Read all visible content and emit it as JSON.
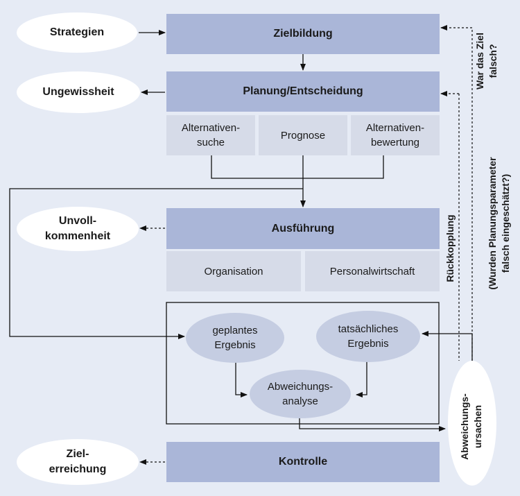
{
  "ovals": {
    "strategien": "Strategien",
    "ungewissheit": "Ungewissheit",
    "unvollkommenheit": [
      "Unvoll-",
      "kommenheit"
    ],
    "zielerreichung": [
      "Ziel-",
      "erreichung"
    ]
  },
  "boxes": {
    "zielbildung": "Zielbildung",
    "planung": "Planung/Entscheidung",
    "alternativensuche": [
      "Alternativen-",
      "suche"
    ],
    "prognose": "Prognose",
    "alternativenbewertung": [
      "Alternativen-",
      "bewertung"
    ],
    "ausfuehrung": "Ausführung",
    "organisation": "Organisation",
    "personalwirtschaft": "Personalwirtschaft",
    "kontrolle": "Kontrolle"
  },
  "inner": {
    "geplantes": [
      "geplantes",
      "Ergebnis"
    ],
    "tatsaechliches": [
      "tatsächliches",
      "Ergebnis"
    ],
    "abweichungsanalyse": [
      "Abweichungs-",
      "analyse"
    ]
  },
  "side": {
    "war_das_ziel": [
      "War das Ziel",
      "falsch?"
    ],
    "wurden": [
      "(Wurden Planungsparameter",
      "falsch eingeschätzt?)"
    ],
    "rueckkopplung": "Rückkopplung",
    "abweichungsursachen": [
      "Abweichungs-",
      "ursachen"
    ]
  }
}
